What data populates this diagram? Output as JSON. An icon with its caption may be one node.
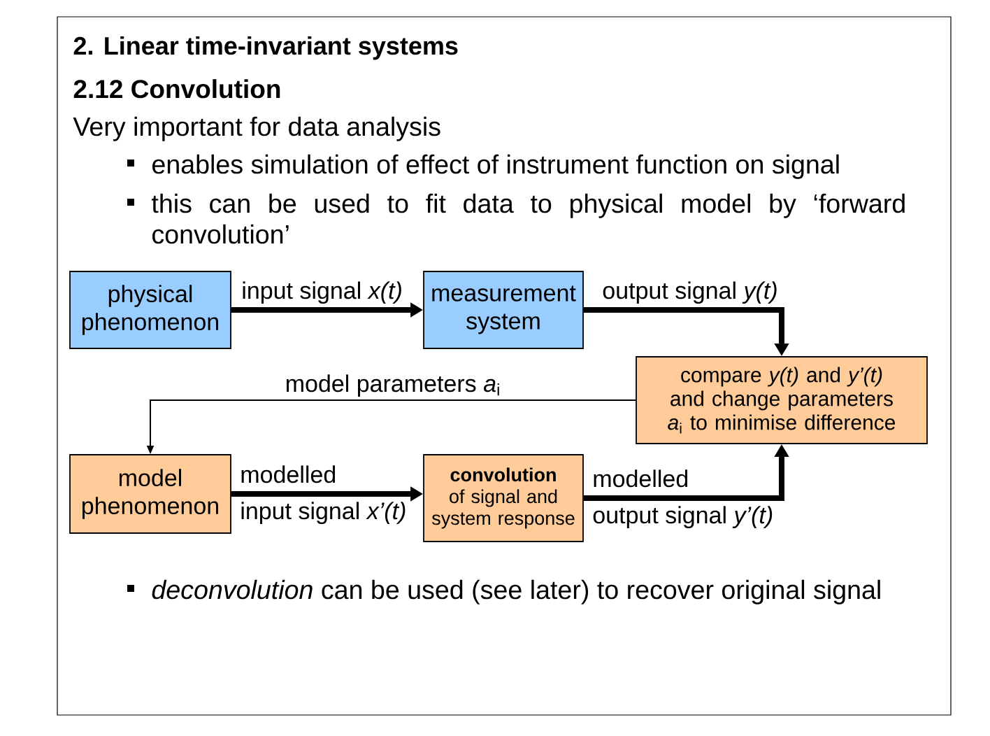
{
  "diagram": {
    "title": "2. Linear time-invariant systems",
    "nodes": [
      {
        "text": [
          "physical phenomenon"
        ]
      },
      {
        "text": [
          "measurement system"
        ]
      },
      {
        "text": [
          "compare *y(t)* and *y’(t)* and change parameters *a*$_{i}$ to minimise difference"
        ]
      },
      {
        "text": [
          "model phenomenon"
        ]
      },
      {
        "text": [
          "**convolution** of signal and system response"
        ]
      }
    ],
    "edges": [
      {
        "from": 0,
        "to": 1,
        "arrow": "to",
        "label": "input signal *x(t)*"
      },
      {
        "from": 1,
        "to": 2,
        "arrow": "to",
        "label": "output signal *y(t)*"
      },
      {
        "from": 2,
        "to": 3,
        "arrow": "to",
        "label": "model parameters *a*$_{i}$"
      },
      {
        "from": 3,
        "to": 4,
        "arrow": "to",
        "label": "modelled input signal *x’(t)*"
      },
      {
        "from": 4,
        "to": 2,
        "arrow": "to",
        "label": "modelled output signal *y’(t)*"
      }
    ],
    "labels": [
      "2.12 Convolution",
      "Very important for data analysis",
      "enables simulation of effect of instrument function on signal",
      "this can be used to fit data to physical model by ‘forward convolution’",
      "*deconvolution* can be used (see later) to recover original signal"
    ]
  }
}
